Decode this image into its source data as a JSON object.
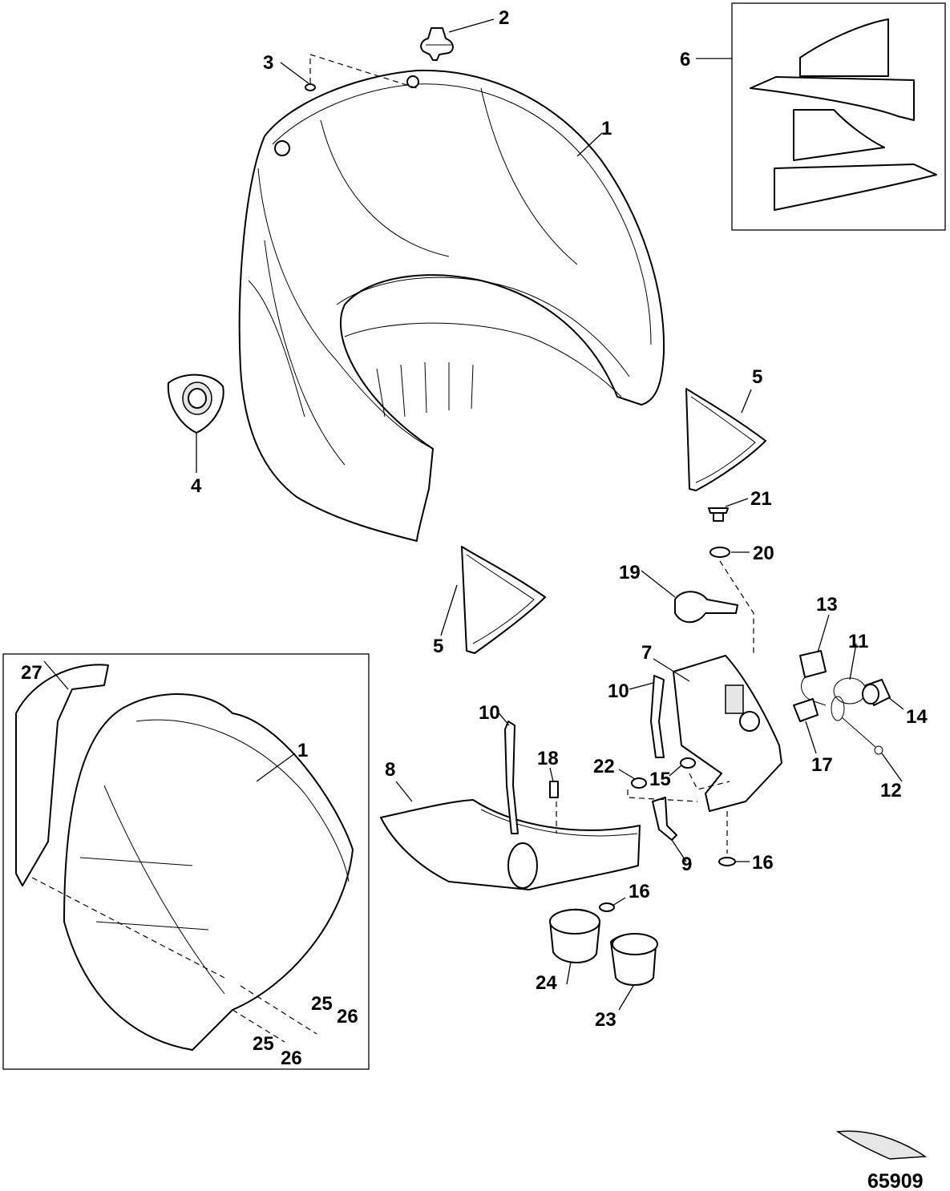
{
  "figure_id": "65909",
  "callouts": [
    "1",
    "2",
    "3",
    "4",
    "5",
    "5",
    "6",
    "1",
    "7",
    "8",
    "9",
    "10",
    "10",
    "11",
    "12",
    "13",
    "14",
    "15",
    "16",
    "16",
    "17",
    "18",
    "19",
    "20",
    "21",
    "22",
    "23",
    "24",
    "25",
    "25",
    "26",
    "26",
    "27"
  ]
}
